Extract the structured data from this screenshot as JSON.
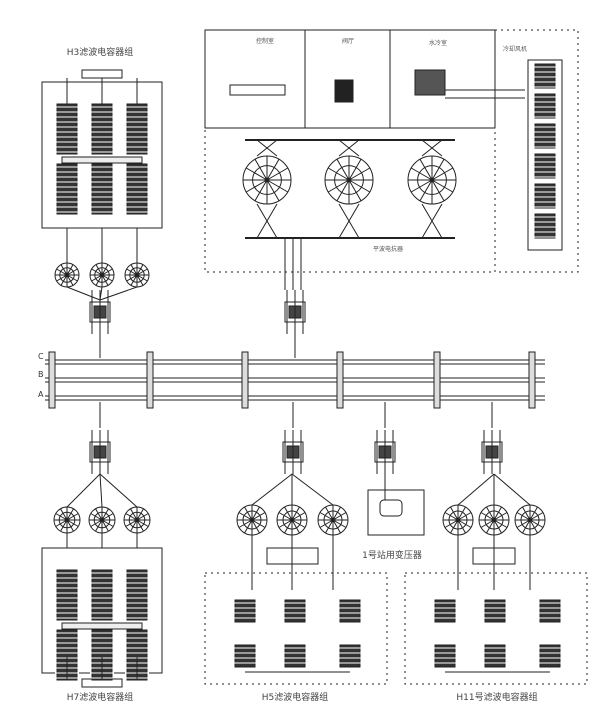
{
  "labels": {
    "h3": "H3滤波电容器组",
    "h7": "H7滤波电容器组",
    "h5": "H5滤波电容器组",
    "h11": "H11号滤波电容器组",
    "station_transformer": "1号站用变压器",
    "room_1": "控制室",
    "room_2": "阀厅",
    "room_3": "水冷室",
    "room_4": "冷却风机",
    "reactor_area": "平波电抗器"
  },
  "bus_phases": [
    "C",
    "B",
    "A"
  ],
  "colors": {
    "line": "#222222",
    "background": "#ffffff"
  }
}
